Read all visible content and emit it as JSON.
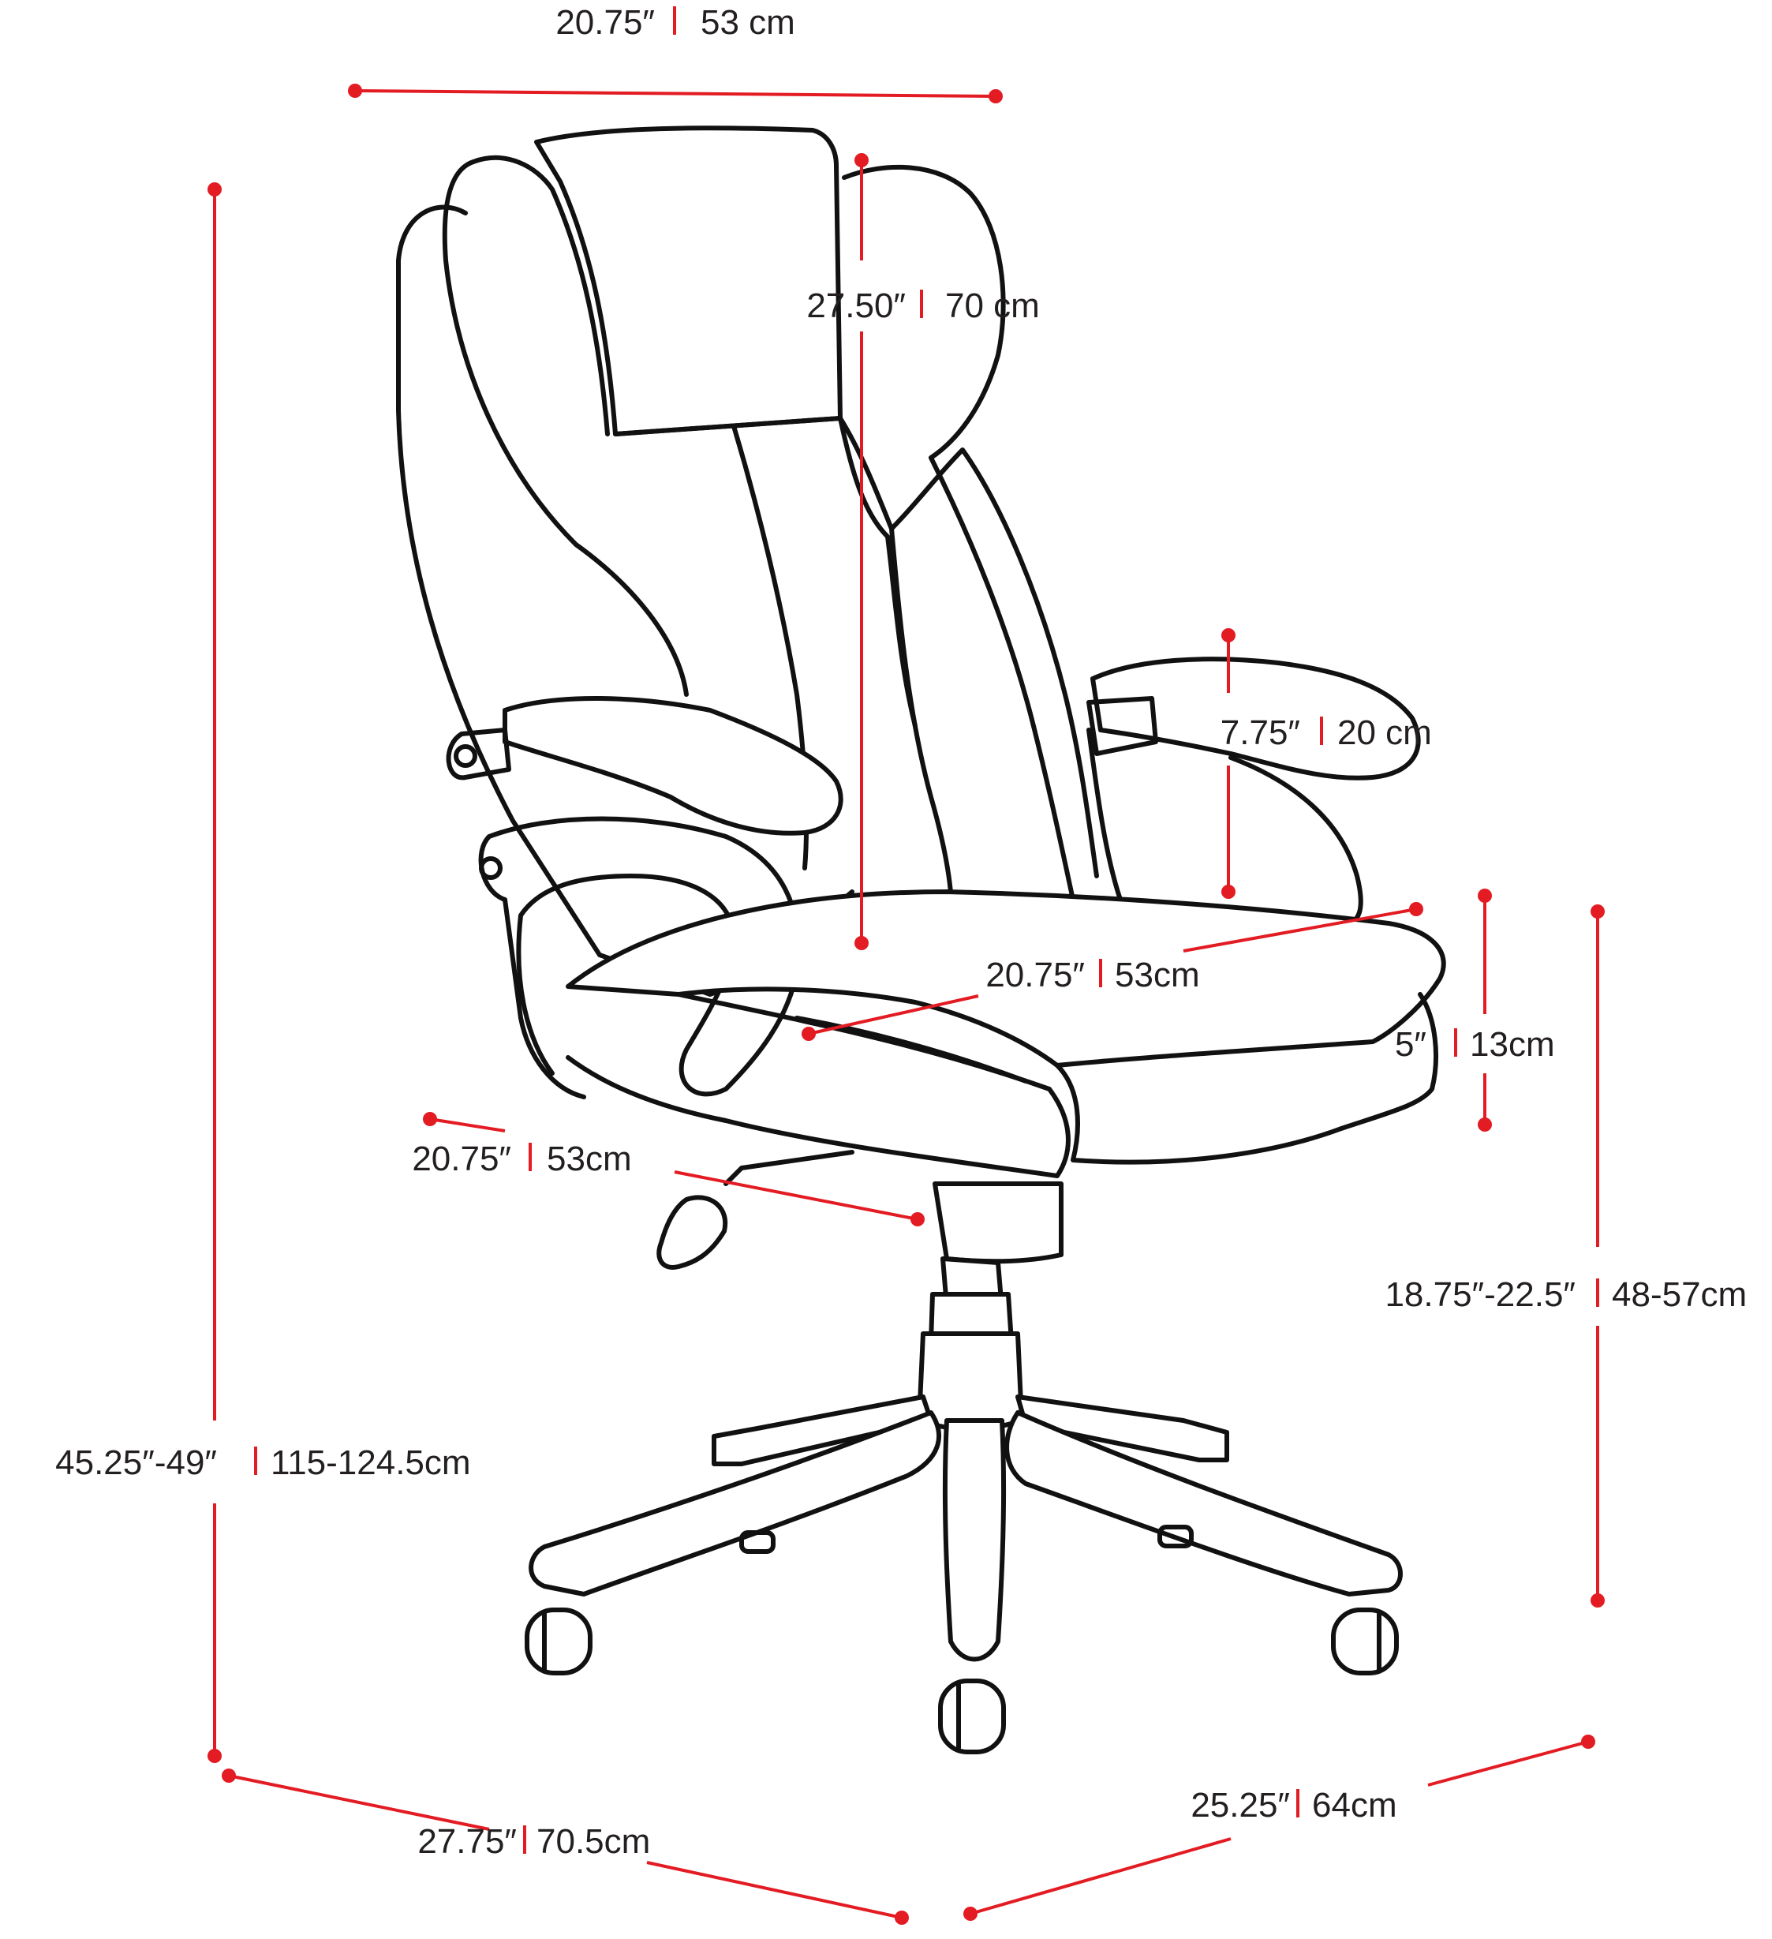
{
  "colors": {
    "dimension": "#e31b23",
    "text": "#231f20",
    "outline": "#111111"
  },
  "dimensions": {
    "top_width": {
      "imperial": "20.75″",
      "metric": "53 cm"
    },
    "back_height": {
      "imperial": "27.50″",
      "metric": "70 cm"
    },
    "arm_height": {
      "imperial": "7.75″",
      "metric": "20 cm"
    },
    "seat_width": {
      "imperial": "20.75″",
      "metric": "53cm"
    },
    "seat_thickness": {
      "imperial": "5″",
      "metric": "13cm"
    },
    "seat_depth": {
      "imperial": "20.75″",
      "metric": "53cm"
    },
    "seat_height": {
      "imperial": "18.75″-22.5″",
      "metric": "48-57cm"
    },
    "overall_height": {
      "imperial": "45.25″-49″",
      "metric": "115-124.5cm"
    },
    "base_depth": {
      "imperial": "27.75″",
      "metric": "70.5cm"
    },
    "base_width": {
      "imperial": "25.25″",
      "metric": "64cm"
    }
  }
}
